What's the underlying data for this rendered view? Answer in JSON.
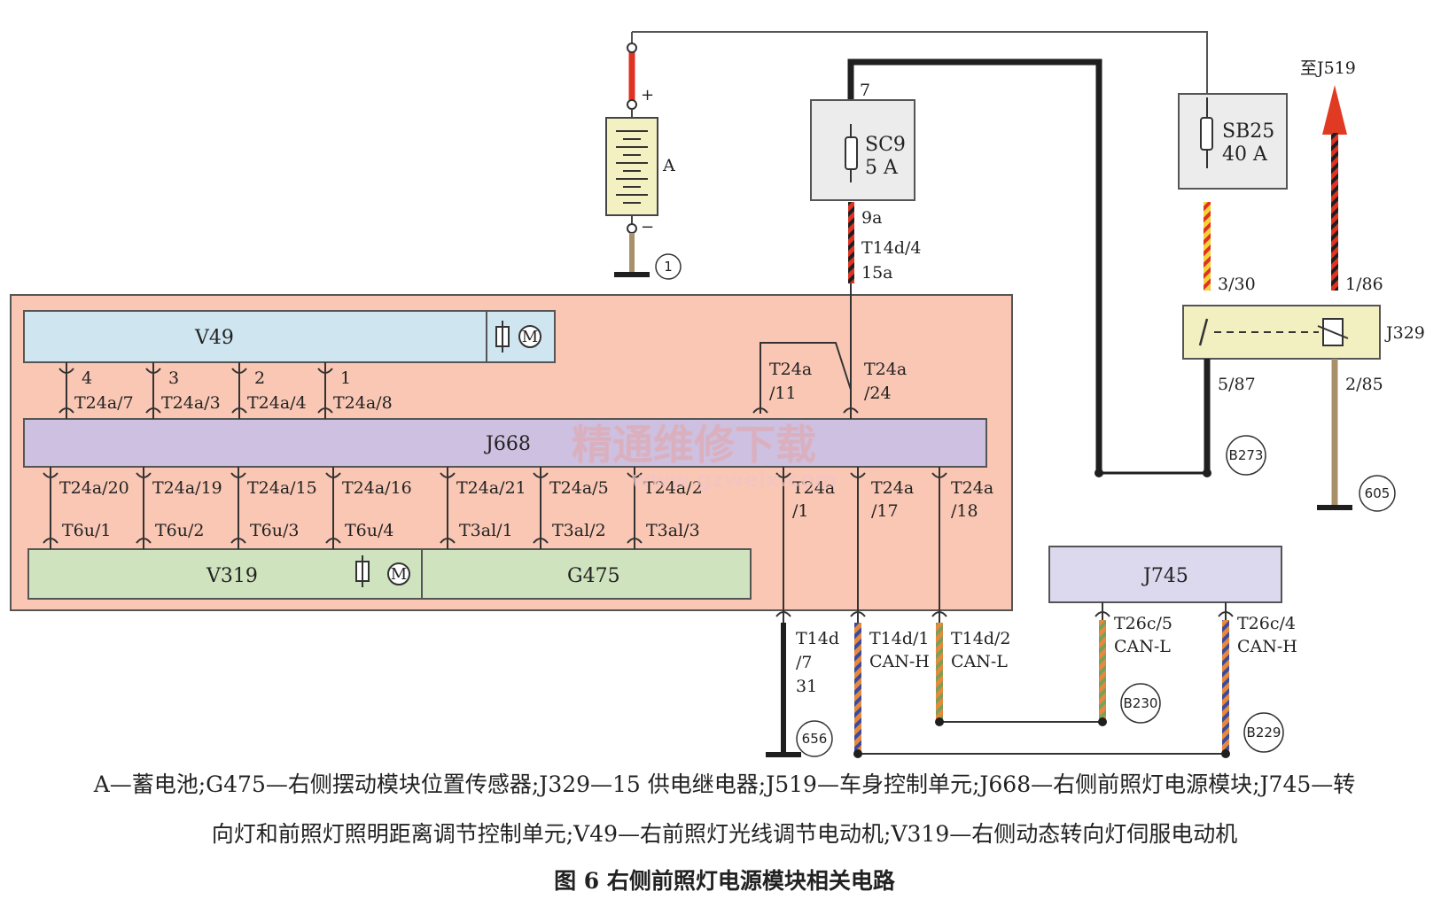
{
  "colors": {
    "module_bg": "#f9c7b4",
    "v49_fill": "#cfe6f0",
    "j668_fill": "#cdc0e0",
    "v319_g475_fill": "#cfe3bf",
    "j745_fill": "#dcd8ee",
    "j329_fill": "#f2efc0",
    "fuse_box_fill": "#ececec",
    "battery_fill": "#f3f0c2",
    "wire_black": "#1f1f1f",
    "wire_red": "#e03222",
    "wire_brown": "#a8916a",
    "wire_gray": "#8b8b8b",
    "can_orange": "#e58a3c",
    "can_blue": "#3a4aa0",
    "can_green": "#79a05a",
    "wire_yellow": "#f4d33a",
    "arrow_red": "#e03a22"
  },
  "battery": {
    "label": "A",
    "plus": "+",
    "minus": "−",
    "ground": "1"
  },
  "fuse_sc9": {
    "name": "SC9",
    "rating": "5 A",
    "pin_top": "7",
    "pin_bottom": "9a"
  },
  "connector_t14d4": {
    "line1": "T14d/4",
    "line2": "15a"
  },
  "fuse_sb25": {
    "name": "SB25",
    "rating": "40 A"
  },
  "to_j519": "至J519",
  "relay_j329": {
    "label": "J329",
    "pin_in": "3/30",
    "pin_coil": "1/86",
    "pin_out": "5/87",
    "pin_coil_gnd": "2/85"
  },
  "grounds": {
    "b273": "B273",
    "g605": "605",
    "g656": "656",
    "b230": "B230",
    "b229": "B229"
  },
  "v49": {
    "label": "V49",
    "motor": "M",
    "pins": [
      "4",
      "3",
      "2",
      "1"
    ]
  },
  "j668": {
    "label": "J668"
  },
  "top_connectors": [
    "T24a/7",
    "T24a/3",
    "T24a/4",
    "T24a/8"
  ],
  "t24a11": {
    "line1": "T24a",
    "line2": "/11"
  },
  "t24a24": {
    "line1": "T24a",
    "line2": "/24"
  },
  "lower_connectors": [
    "T24a/20",
    "T24a/19",
    "T24a/15",
    "T24a/16",
    "T24a/21",
    "T24a/5",
    "T24a/2"
  ],
  "lower_right_connectors": [
    {
      "line1": "T24a",
      "line2": "/1"
    },
    {
      "line1": "T24a",
      "line2": "/17"
    },
    {
      "line1": "T24a",
      "line2": "/18"
    }
  ],
  "motor_connectors": [
    "T6u/1",
    "T6u/2",
    "T6u/3",
    "T6u/4",
    "T3al/1",
    "T3al/2",
    "T3al/3"
  ],
  "v319": {
    "label": "V319",
    "motor": "M"
  },
  "g475": {
    "label": "G475"
  },
  "j745": {
    "label": "J745"
  },
  "t14d7": {
    "line1": "T14d",
    "line2": "/7",
    "line3": "31"
  },
  "t14d1": {
    "line1": "T14d/1",
    "line2": "CAN-H"
  },
  "t14d2": {
    "line1": "T14d/2",
    "line2": "CAN-L"
  },
  "t26c5": {
    "line1": "T26c/5",
    "line2": "CAN-L"
  },
  "t26c4": {
    "line1": "T26c/4",
    "line2": "CAN-H"
  },
  "watermark": {
    "line1": "精通维修下载",
    "line2": "www.gzweix.com"
  },
  "caption": {
    "line1": "A—蓄电池;G475—右侧摆动模块位置传感器;J329—15 供电继电器;J519—车身控制单元;J668—右侧前照灯电源模块;J745—转",
    "line2": "向灯和前照灯照明距离调节控制单元;V49—右前照灯光线调节电动机;V319—右侧动态转向灯伺服电动机",
    "title": "图 6    右侧前照灯电源模块相关电路"
  }
}
